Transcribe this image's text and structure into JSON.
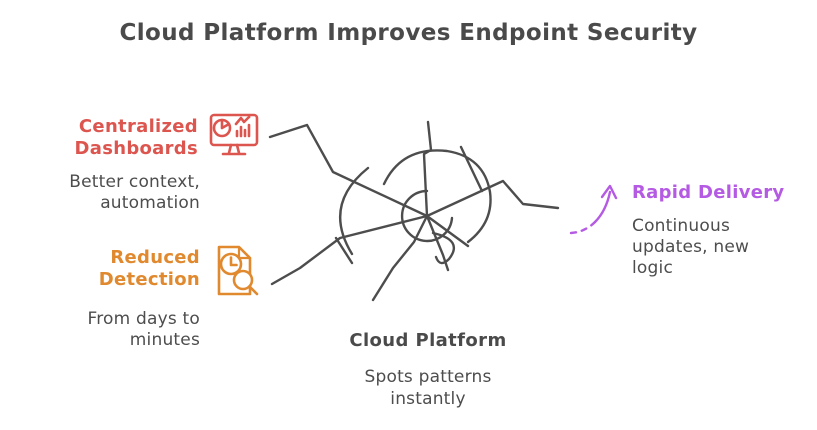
{
  "title": "Cloud Platform Improves Endpoint Security",
  "colors": {
    "text": "#4a4a4a",
    "sketch": "#4d4d4d",
    "dashboards_accent": "#dc564f",
    "detection_accent": "#e0892f",
    "delivery_accent": "#b45ae3"
  },
  "features": {
    "dashboards": {
      "heading": "Centralized\nDashboards",
      "description": "Better context,\nautomation",
      "icon": "monitor-analytics-icon"
    },
    "detection": {
      "heading": "Reduced\nDetection",
      "description": "From days to\nminutes",
      "icon": "document-clock-search-icon"
    },
    "delivery": {
      "heading": "Rapid Delivery",
      "description": "Continuous\nupdates, new\nlogic",
      "icon": "curved-dashed-arrow-icon"
    }
  },
  "center": {
    "label": "Cloud Platform",
    "description": "Spots patterns\ninstantly"
  }
}
